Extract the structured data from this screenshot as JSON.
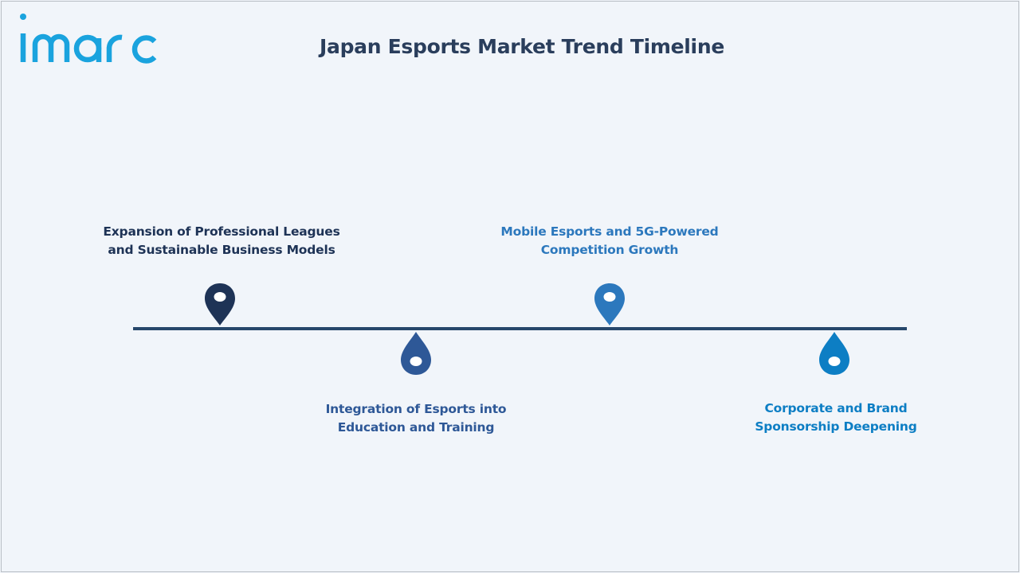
{
  "header": {
    "logo_text": "imarc",
    "title": "Japan Esports Market Trend Timeline"
  },
  "colors": {
    "logo": "#1aa3de",
    "title": "#2a3e5c",
    "line": "#26476b",
    "milestone_1": "#1e3356",
    "milestone_2": "#2e5897",
    "milestone_3": "#2c78bd",
    "milestone_4": "#0d7ec4"
  },
  "milestones": [
    {
      "line1": "Expansion of Professional Leagues",
      "line2": "and Sustainable Business Models",
      "position": "above",
      "icon": "map-pin-icon"
    },
    {
      "line1": "Integration of Esports into",
      "line2": "Education and Training",
      "position": "below",
      "icon": "drop-icon"
    },
    {
      "line1": "Mobile Esports and 5G-Powered",
      "line2": "Competition Growth",
      "position": "above",
      "icon": "map-pin-icon"
    },
    {
      "line1": "Corporate and Brand",
      "line2": "Sponsorship Deepening",
      "position": "below",
      "icon": "drop-icon"
    }
  ]
}
